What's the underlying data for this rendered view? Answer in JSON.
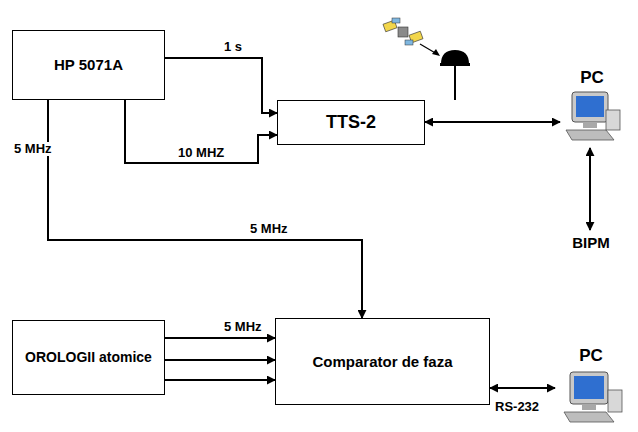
{
  "diagram": {
    "nodes": [
      {
        "text": [
          "HP 5071A"
        ]
      },
      {
        "text": [
          "TTS-2"
        ]
      },
      {
        "text": [
          "PC"
        ]
      },
      {
        "text": [
          "BIPM"
        ]
      },
      {
        "text": [
          "OROLOGII atomice"
        ]
      },
      {
        "text": [
          "Comparator de faza"
        ]
      },
      {
        "text": [
          "PC"
        ]
      }
    ],
    "edges": [
      {
        "from": 0,
        "to": 1,
        "label": "1 s",
        "arrow": "to"
      },
      {
        "from": 0,
        "to": 1,
        "label": "10 MHZ",
        "arrow": "to"
      },
      {
        "from": 0,
        "to": 5,
        "label": "5 MHz",
        "arrow": "to"
      },
      {
        "from": 4,
        "to": 5,
        "label": "5 MHz",
        "arrow": "to"
      },
      {
        "from": 4,
        "to": 5,
        "arrow": "to"
      },
      {
        "from": 4,
        "to": 5,
        "arrow": "to"
      },
      {
        "from": 1,
        "to": 2,
        "arrow": "both"
      },
      {
        "from": 2,
        "to": 3,
        "arrow": "both"
      },
      {
        "from": 5,
        "to": 6,
        "label": "RS-232",
        "arrow": "both"
      }
    ],
    "labels": [
      "5 MHz"
    ]
  }
}
